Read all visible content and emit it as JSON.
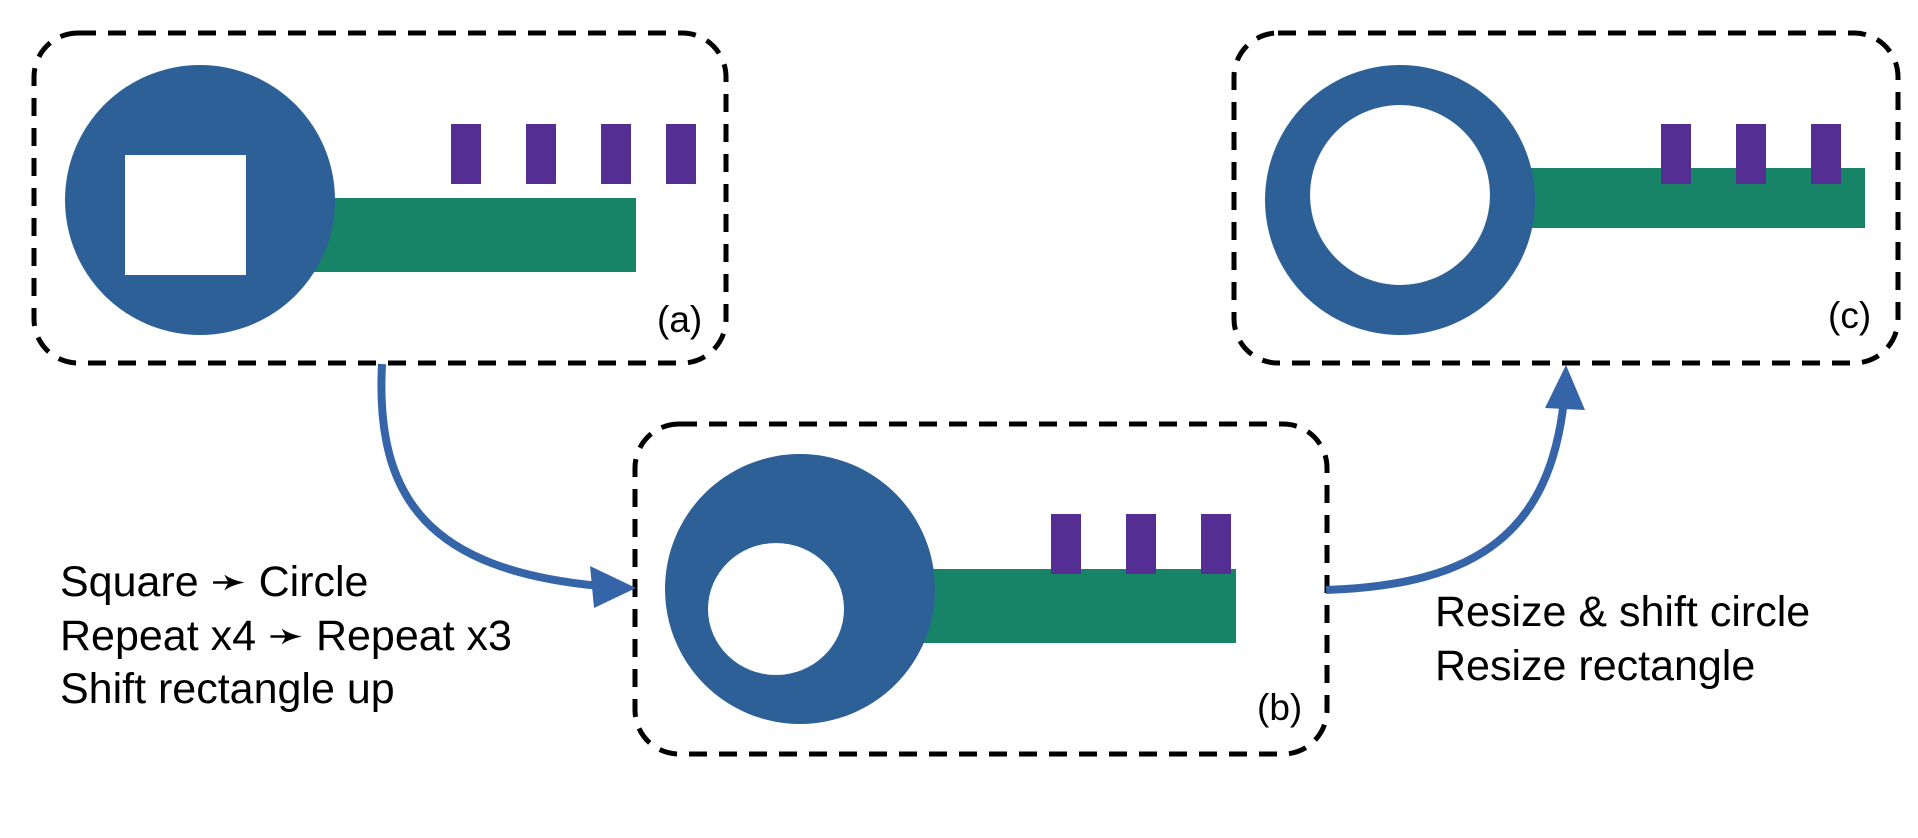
{
  "colors": {
    "circle": "#2c6096",
    "bar": "#188467",
    "tabs": "#552e93",
    "arrow": "#3565a8",
    "frame": "#000000",
    "hole": "#ffffff"
  },
  "panels": [
    {
      "label": "(a)",
      "hole_shape": "square",
      "tab_count": 4
    },
    {
      "label": "(b)",
      "hole_shape": "circle",
      "tab_count": 3
    },
    {
      "label": "(c)",
      "hole_shape": "circle",
      "tab_count": 3
    }
  ],
  "transitions": [
    {
      "from": "(a)",
      "to": "(b)",
      "lines": [
        "Square ➛ Circle",
        "Repeat x4 ➛ Repeat x3",
        "Shift rectangle up"
      ]
    },
    {
      "from": "(b)",
      "to": "(c)",
      "lines": [
        "Resize & shift circle",
        "Resize rectangle"
      ]
    }
  ]
}
